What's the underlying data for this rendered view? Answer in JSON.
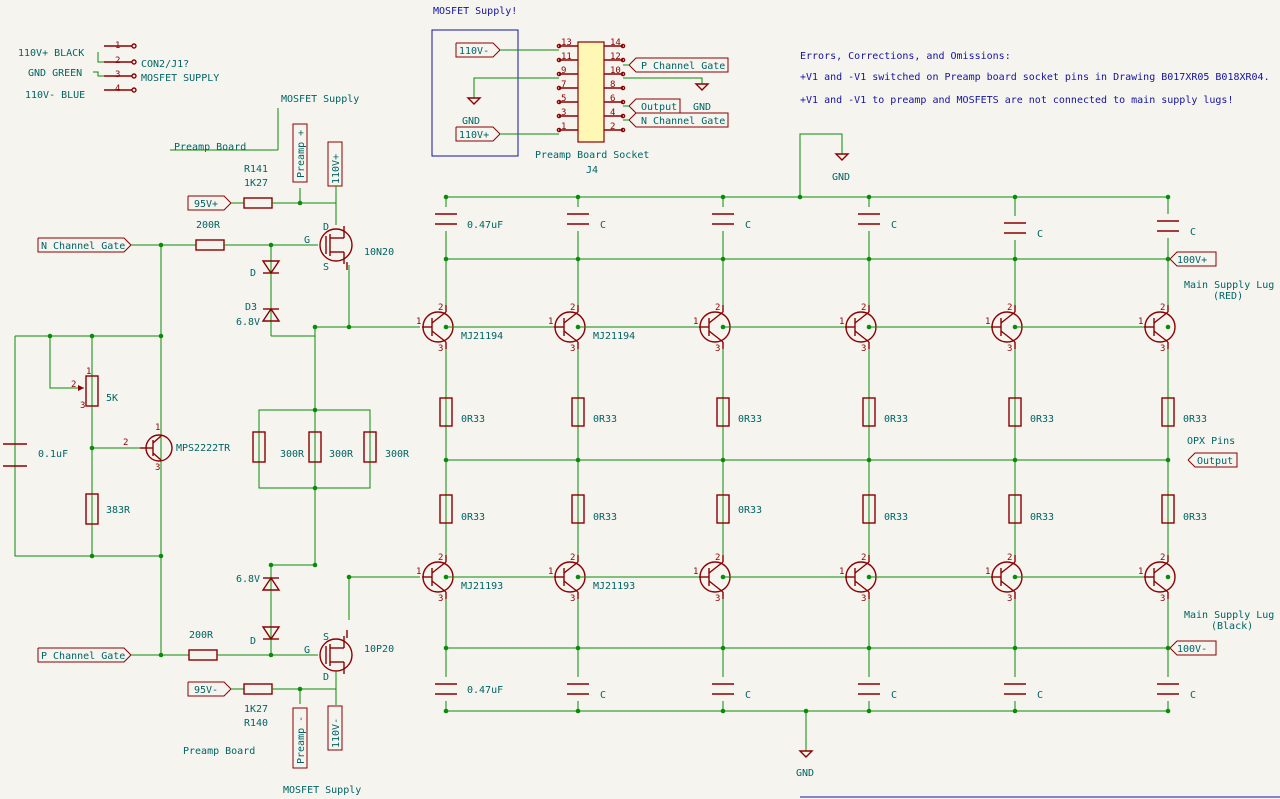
{
  "connector": {
    "lines": [
      "110V+ BLACK",
      "GND GREEN",
      "110V- BLUE"
    ],
    "pins": [
      "1",
      "2",
      "3",
      "4"
    ],
    "ref": "CON2/J1?",
    "value": "MOSFET SUPPLY"
  },
  "socket": {
    "title": "MOSFET Supply!",
    "ref": "J4",
    "name": "Preamp Board Socket",
    "left_pins": [
      "13",
      "11",
      "9",
      "7",
      "5",
      "3",
      "1"
    ],
    "right_pins": [
      "14",
      "12",
      "10",
      "8",
      "6",
      "4",
      "2"
    ],
    "labels": {
      "v_pos": "110V+",
      "v_neg": "110V-",
      "p_gate": "P Channel Gate",
      "n_gate": "N Channel Gate",
      "output": "Output",
      "gnd": "GND"
    }
  },
  "notes": {
    "title": "Errors, Corrections, and Omissions:",
    "line1": "+V1 and -V1 switched on Preamp board socket pins in Drawing B017XR05 B018XR04.",
    "line2": "+V1 and -V1 to preamp and MOSFETS are not connected to main supply lugs!"
  },
  "driver": {
    "mosfet_supply": "MOSFET Supply",
    "preamp_board": "Preamp Board",
    "preamp_pos": "Preamp +",
    "preamp_neg": "Preamp -",
    "v110_pos": "110V+",
    "v110_neg": "110V-",
    "v95_pos": "95V+",
    "v95_neg": "95V-",
    "r141_ref": "R141",
    "r141_val": "1K27",
    "r140_ref": "R140",
    "r140_val": "1K27",
    "n_gate": "N Channel Gate",
    "p_gate": "P Channel Gate",
    "r_gate": "200R",
    "d": "D",
    "d3": "D3",
    "zener": "6.8V",
    "q_n": "10N20",
    "q_p": "10P20",
    "pin_g": "G",
    "pin_d": "D",
    "pin_s": "S",
    "pot": "5K",
    "c_bias": "0.1uF",
    "r_bias": "383R",
    "vbe_tr": "MPS2222TR",
    "r300": "300R",
    "p1": "1",
    "p2": "2",
    "p3": "3"
  },
  "output_stage": {
    "npn_part": "MJ21194",
    "pnp_part": "MJ21193",
    "emitter_r": "0R33",
    "cap_big": "0.47uF",
    "cap": "C",
    "gnd": "GND",
    "v_pos": "100V+",
    "v_neg": "100V-",
    "output": "Output",
    "lug_red_1": "Main Supply Lug",
    "lug_red_2": "(RED)",
    "lug_black_1": "Main Supply Lug",
    "lug_black_2": "(Black)",
    "opx": "OPX Pins",
    "p1": "1",
    "p2": "2",
    "p3": "3"
  },
  "colors": {
    "wire": "#0a8c0a",
    "component": "#8b0000",
    "text": "#006464",
    "note": "#1414a0",
    "background": "#f5f4ef"
  }
}
